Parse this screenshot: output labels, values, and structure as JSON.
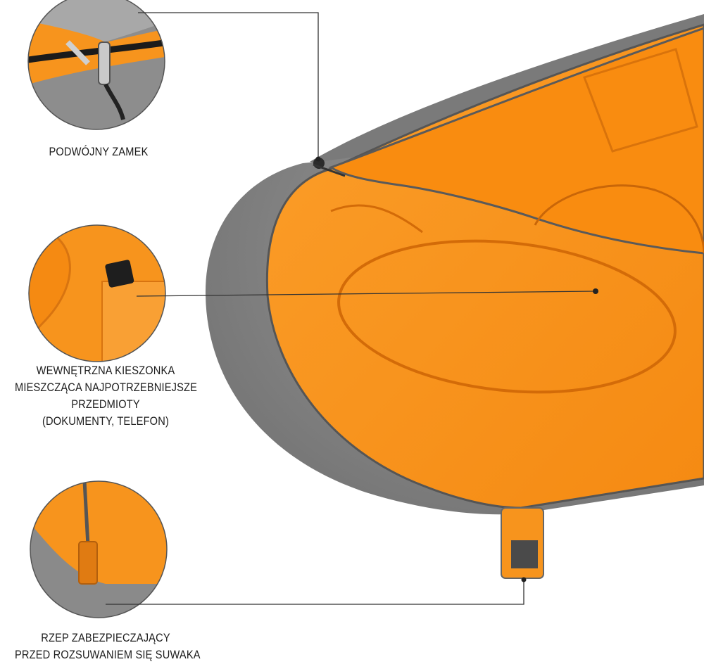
{
  "features": [
    {
      "id": "zipper",
      "lines": [
        "PODWÓJNY ZAMEK"
      ]
    },
    {
      "id": "pocket",
      "lines": [
        "WEWNĘTRZNA KIESZONKA",
        "MIESZCZĄCA NAJPOTRZEBNIEJSZE",
        "PRZEDMIOTY",
        "(DOKUMENTY, TELEFON)"
      ]
    },
    {
      "id": "velcro",
      "lines": [
        "RZEP ZABEZPIECZAJĄCY",
        "PRZED ROZSUWANIEM  SIĘ SUWAKA"
      ]
    }
  ],
  "colors": {
    "orange": "#f7941d",
    "orange_dark": "#d9760f",
    "grey": "#8a8a8a",
    "grey_dark": "#5e5e5e",
    "line": "#333333"
  }
}
